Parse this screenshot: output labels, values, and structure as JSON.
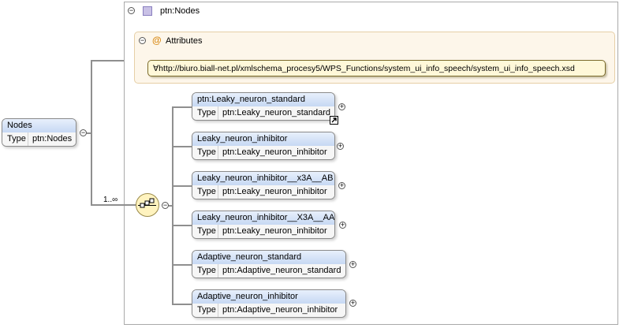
{
  "root": {
    "name": "Nodes",
    "type_label": "Type",
    "type_value": "ptn:Nodes"
  },
  "complex_type": {
    "title": "ptn:Nodes"
  },
  "attributes": {
    "header": "Attributes",
    "at_symbol": "@",
    "field_value": "∀http://biuro.biall-net.pl/xmlschema_procesy5/WPS_Functions/system_ui_info_speech/system_ui_info_speech.xsd"
  },
  "sequence": {
    "cardinality": "1..∞"
  },
  "children": [
    {
      "name": "ptn:Leaky_neuron_standard",
      "type_label": "Type",
      "type_value": "ptn:Leaky_neuron_standard"
    },
    {
      "name": "Leaky_neuron_inhibitor",
      "type_label": "Type",
      "type_value": "ptn:Leaky_neuron_inhibitor"
    },
    {
      "name": "Leaky_neuron_inhibitor__x3A__AB",
      "type_label": "Type",
      "type_value": "ptn:Leaky_neuron_inhibitor"
    },
    {
      "name": "Leaky_neuron_inhibitor__X3A__AA",
      "type_label": "Type",
      "type_value": "ptn:Leaky_neuron_inhibitor"
    },
    {
      "name": "Adaptive_neuron_standard",
      "type_label": "Type",
      "type_value": "ptn:Adaptive_neuron_standard"
    },
    {
      "name": "Adaptive_neuron_inhibitor",
      "type_label": "Type",
      "type_value": "ptn:Adaptive_neuron_inhibitor"
    }
  ],
  "glyphs": {
    "collapse": "−",
    "expand": "+"
  },
  "colors": {
    "attr_panel_bg": "#fdf6ea",
    "header_blue": "#c6d8f3",
    "sequence_bg": "#fff3bf"
  }
}
